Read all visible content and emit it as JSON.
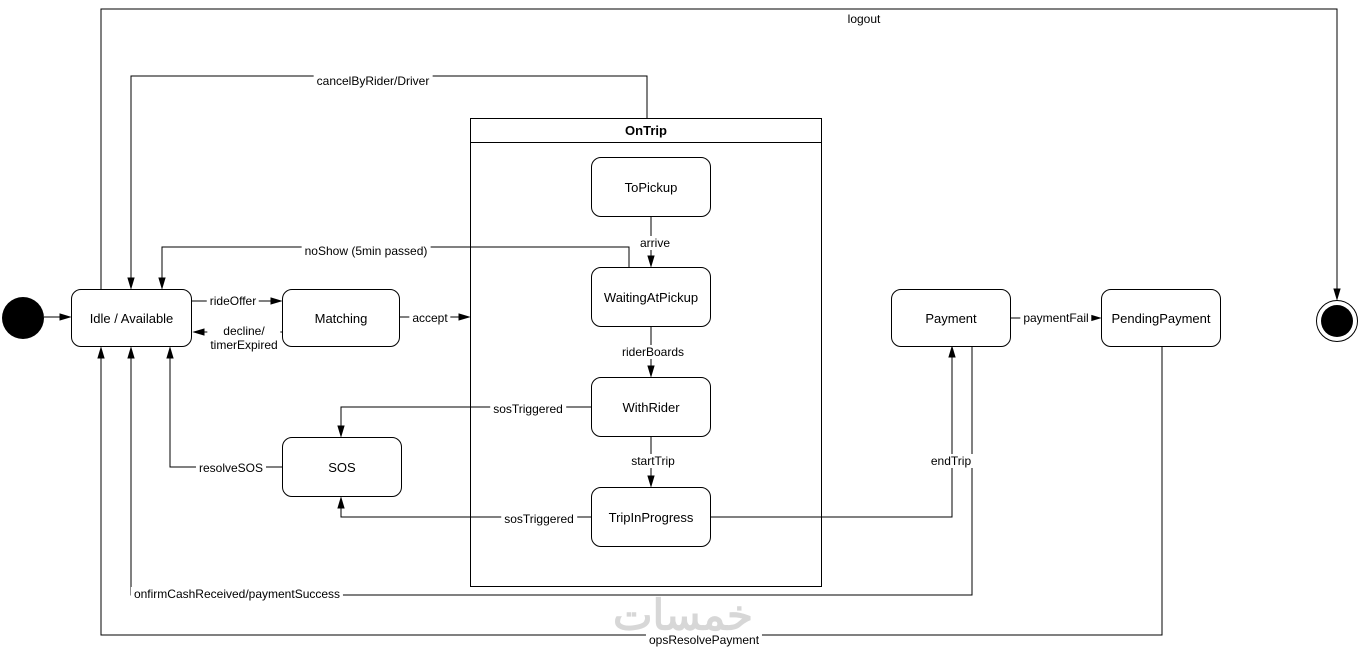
{
  "diagram": {
    "watermark": "خمسات",
    "colors": {
      "stroke": "#000000",
      "fill": "#ffffff",
      "watermark": "#d7d7d7"
    }
  },
  "states": {
    "idle": "Idle / Available",
    "matching": "Matching",
    "ontrip": "OnTrip",
    "to_pickup": "ToPickup",
    "waiting_at_pickup": "WaitingAtPickup",
    "with_rider": "WithRider",
    "trip_in_progress": "TripInProgress",
    "sos": "SOS",
    "payment": "Payment",
    "pending_payment": "PendingPayment"
  },
  "transitions": {
    "logout": "logout",
    "cancel_by_rider": "cancelByRider/Driver",
    "no_show": "noShow (5min passed)",
    "ride_offer": "rideOffer",
    "decline_line1": "decline/",
    "decline_line2": "timerExpired",
    "accept": "accept",
    "arrive": "arrive",
    "rider_boards": "riderBoards",
    "start_trip": "startTrip",
    "sos_triggered_with_rider": "sosTriggered",
    "sos_triggered_trip": "sosTriggered",
    "resolve_sos": "resolveSOS",
    "end_trip": "endTrip",
    "payment_fail": "paymentFail",
    "confirm_cash": "onfirmCashReceived/paymentSuccess",
    "ops_resolve": "opsResolvePayment"
  }
}
